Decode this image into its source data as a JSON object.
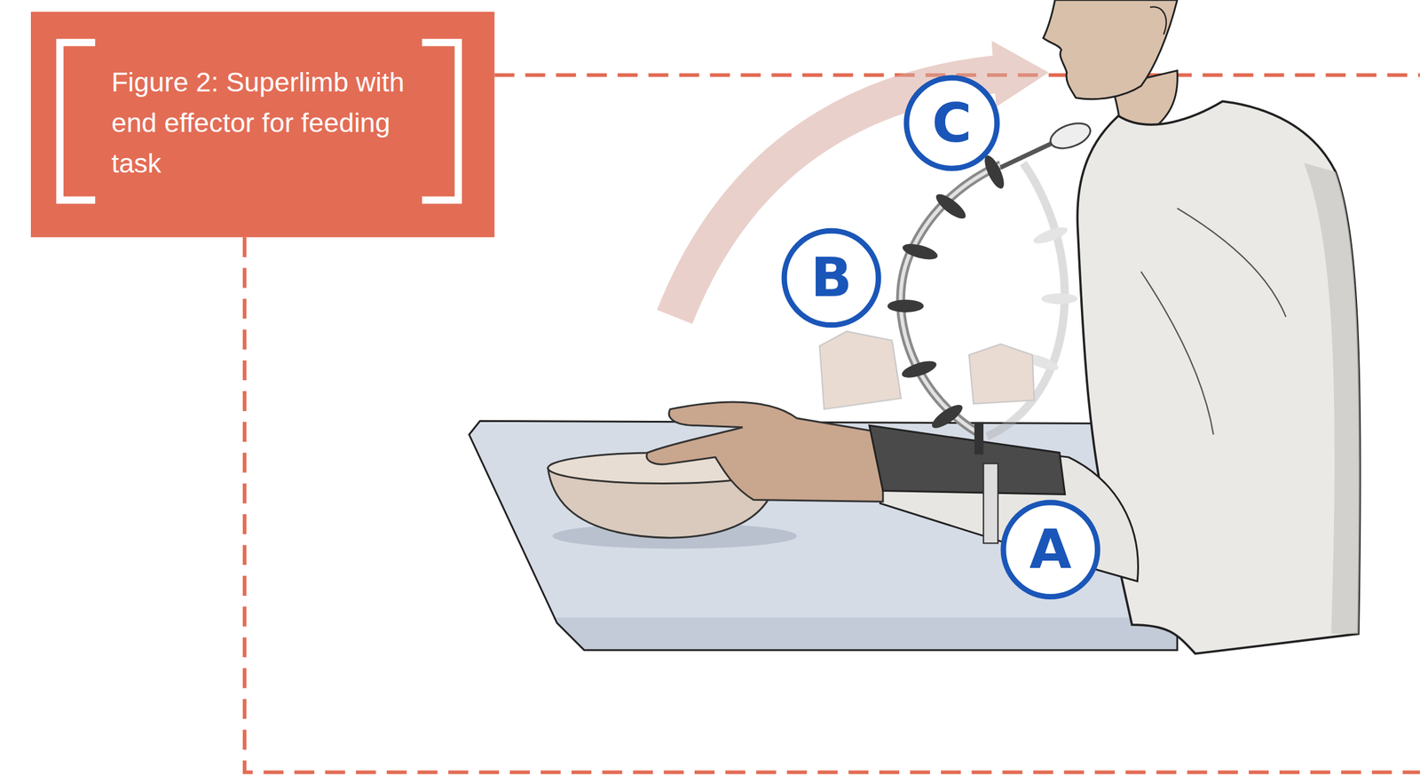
{
  "diagram": {
    "title": "Figure 2: Superlimb with end effector for feeding task",
    "labels": [
      "C",
      "B",
      "A"
    ]
  }
}
